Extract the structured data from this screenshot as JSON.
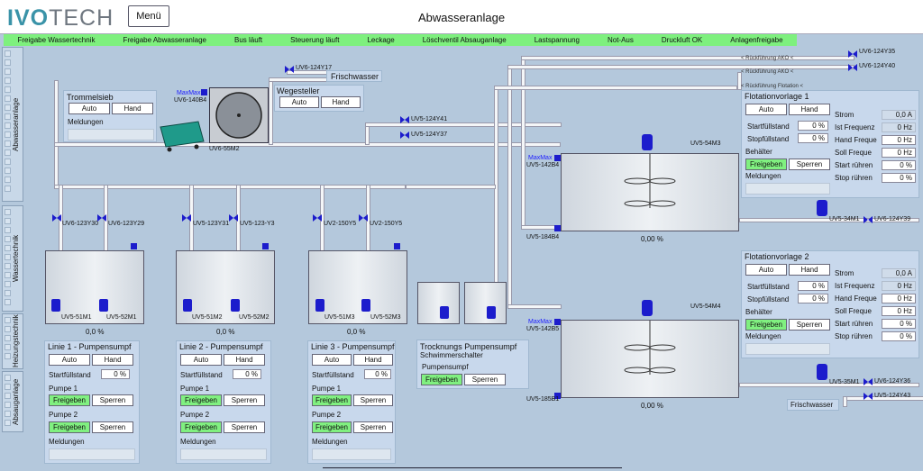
{
  "header": {
    "logo_a": "IVO",
    "logo_b": "TECH",
    "menu": "Menü",
    "title": "Abwasseranlage"
  },
  "statusbar": [
    "Freigabe Wassertechnik",
    "Freigabe Abwasseranlage",
    "Bus läuft",
    "Steuerung läuft",
    "Leckage",
    "Löschventil Absauganlage",
    "Lastspannung",
    "Not-Aus",
    "Druckluft OK",
    "Anlagenfreigabe"
  ],
  "nav": {
    "s1": "Abwasseranlage",
    "s2": "Wassertechnik",
    "s3": "Heizungstechnik",
    "s4": "Absauganlage"
  },
  "trommelsieb": {
    "title": "Trommelsieb",
    "auto": "Auto",
    "hand": "Hand",
    "meldungen": "Meldungen"
  },
  "wegesteller": {
    "title": "Wegesteller",
    "auto": "Auto",
    "hand": "Hand"
  },
  "frischwasser": "Frischwasser",
  "frischwasser2": "Frischwasser",
  "valves": {
    "v1": "UV6-124Y17",
    "v2": "UV5-124Y41",
    "v3": "UV5-124Y37",
    "v4": "UV6-123Y30",
    "v5": "UV6-123Y29",
    "v6": "UV5-123Y31",
    "v7": "UV5-123-Y3",
    "v8": "UV2-150Y5",
    "v9": "UV2-150Y5",
    "v10": "UV6-124Y35",
    "v11": "UV6-124Y40",
    "v12": "UV6-124Y39",
    "v13": "UV6-124Y36",
    "v14": "UV5-124Y43"
  },
  "tags": {
    "t140": "UV6-140B4",
    "t55": "UV6-55M2",
    "t142": "UV5-142B4",
    "t184": "UV5-184B4",
    "t54m3": "UV5-54M3",
    "t142b5": "UV5-142B5",
    "t185": "UV5-185B1",
    "t54m4": "UV5-54M4",
    "t34": "UV5-34M1",
    "t35": "UV5-35M1",
    "m51m1": "UV5-51M1",
    "m52m1": "UV5-52M1",
    "m51m2": "UV5-51M2",
    "m52m2": "UV5-52M2",
    "m51m3": "UV5-51M3",
    "m52m3": "UV5-52M3",
    "maxmax": "MaxMax"
  },
  "rueck": {
    "r1": "< Rückführung AKO <",
    "r2": "< Rückführung AKO <",
    "r3": "< Rückführung Flotation <"
  },
  "tanks": {
    "t1pct": "0,0 %",
    "t2pct": "0,0 %",
    "t3pct": "0,0 %",
    "f1pct": "0,00 %",
    "f2pct": "0,00 %"
  },
  "linien": [
    {
      "title": "Linie 1 - Pumpensumpf",
      "auto": "Auto",
      "hand": "Hand",
      "start": "Startfüllstand",
      "start_val": "0 %",
      "p1": "Pumpe 1",
      "p2": "Pumpe 2",
      "frei": "Freigeben",
      "sperr": "Sperren",
      "meld": "Meldungen"
    },
    {
      "title": "Linie 2 - Pumpensumpf",
      "auto": "Auto",
      "hand": "Hand",
      "start": "Startfüllstand",
      "start_val": "0 %",
      "p1": "Pumpe 1",
      "p2": "Pumpe 2",
      "frei": "Freigeben",
      "sperr": "Sperren",
      "meld": "Meldungen"
    },
    {
      "title": "Linie 3 - Pumpensumpf",
      "auto": "Auto",
      "hand": "Hand",
      "start": "Startfüllstand",
      "start_val": "0 %",
      "p1": "Pumpe 1",
      "p2": "Pumpe 2",
      "frei": "Freigeben",
      "sperr": "Sperren",
      "meld": "Meldungen"
    }
  ],
  "trocknung": {
    "title": "Trocknungs Pumpensumpf",
    "sub": "Schwimmerschalter",
    "ps": "Pumpensumpf",
    "frei": "Freigeben",
    "sperr": "Sperren"
  },
  "flot": [
    {
      "title": "Flotationvorlage 1",
      "auto": "Auto",
      "hand": "Hand",
      "sf": "Startfüllstand",
      "sf_v": "0 %",
      "stf": "Stopfüllstand",
      "stf_v": "0 %",
      "beh": "Behälter",
      "frei": "Freigeben",
      "sperr": "Sperren",
      "meld": "Meldungen",
      "strom": "Strom",
      "strom_v": "0,0 A",
      "istf": "Ist Frequenz",
      "istf_v": "0 Hz",
      "handf": "Hand Freque",
      "handf_v": "0 Hz",
      "sollf": "Soll Freque",
      "sollf_v": "0 Hz",
      "startr": "Start rühren",
      "startr_v": "0 %",
      "stopr": "Stop rühren",
      "stopr_v": "0 %"
    },
    {
      "title": "Flotationvorlage 2",
      "auto": "Auto",
      "hand": "Hand",
      "sf": "Startfüllstand",
      "sf_v": "0 %",
      "stf": "Stopfüllstand",
      "stf_v": "0 %",
      "beh": "Behälter",
      "frei": "Freigeben",
      "sperr": "Sperren",
      "meld": "Meldungen",
      "strom": "Strom",
      "strom_v": "0,0 A",
      "istf": "Ist Frequenz",
      "istf_v": "0 Hz",
      "handf": "Hand Freque",
      "handf_v": "0 Hz",
      "sollf": "Soll Freque",
      "sollf_v": "0 Hz",
      "startr": "Start rühren",
      "startr_v": "0 %",
      "stopr": "Stop rühren",
      "stopr_v": "0 %"
    }
  ]
}
